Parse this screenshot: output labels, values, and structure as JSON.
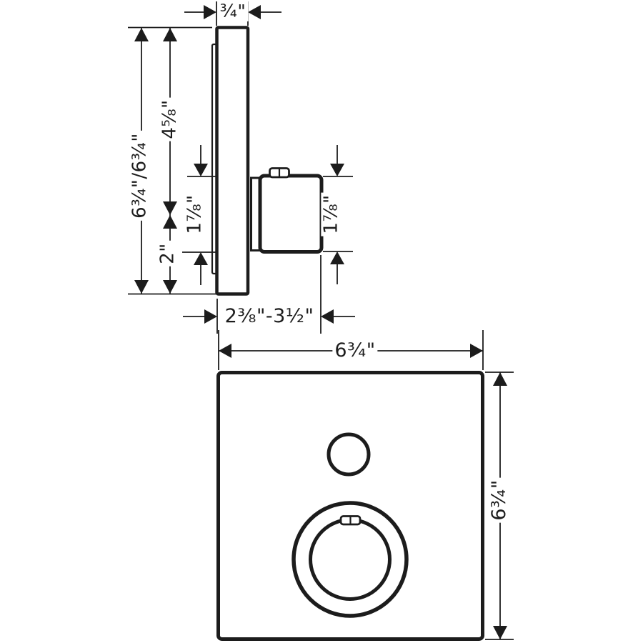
{
  "page": {
    "background": "#ffffff",
    "line_color": "#1c1c1c",
    "description": "Technical dimension drawing of a square thermostatic shower trim with one button and one handle, side profile view (top) and front view (bottom)"
  },
  "side_view": {
    "dim_plate_thickness": "¾\"",
    "dim_overall_height": "6¾\"/6¾\"",
    "dim_top_to_handle_center": "4⅝\"",
    "dim_handle_center_to_bottom": "2\"",
    "dim_handle_height_left": "1⅞\"",
    "dim_handle_height_right": "1⅞\"",
    "dim_installation_depth": "2⅜\"-3½\""
  },
  "front_view": {
    "dim_plate_width": "6¾\"",
    "dim_plate_height": "6¾\""
  }
}
